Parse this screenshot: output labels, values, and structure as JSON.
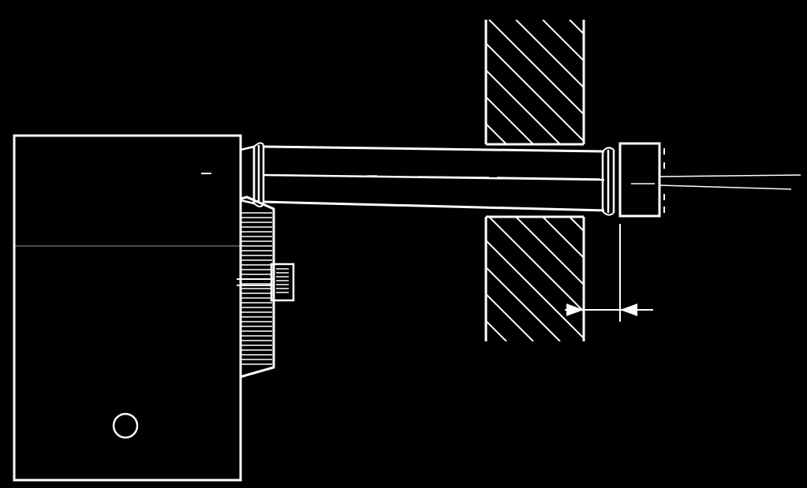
{
  "diagram": {
    "type": "technical-line-drawing",
    "background_color": "#000000",
    "line_color": "#ffffff",
    "text_labels": []
  },
  "parts": {
    "housing": {
      "name": "housing"
    },
    "blast_tube": {
      "name": "blast-tube"
    },
    "nozzle_head": {
      "name": "nozzle-head"
    },
    "wall_section": {
      "name": "wall-section",
      "hatch": true
    },
    "dimension_arrow": {
      "name": "dimension-arrow"
    }
  }
}
